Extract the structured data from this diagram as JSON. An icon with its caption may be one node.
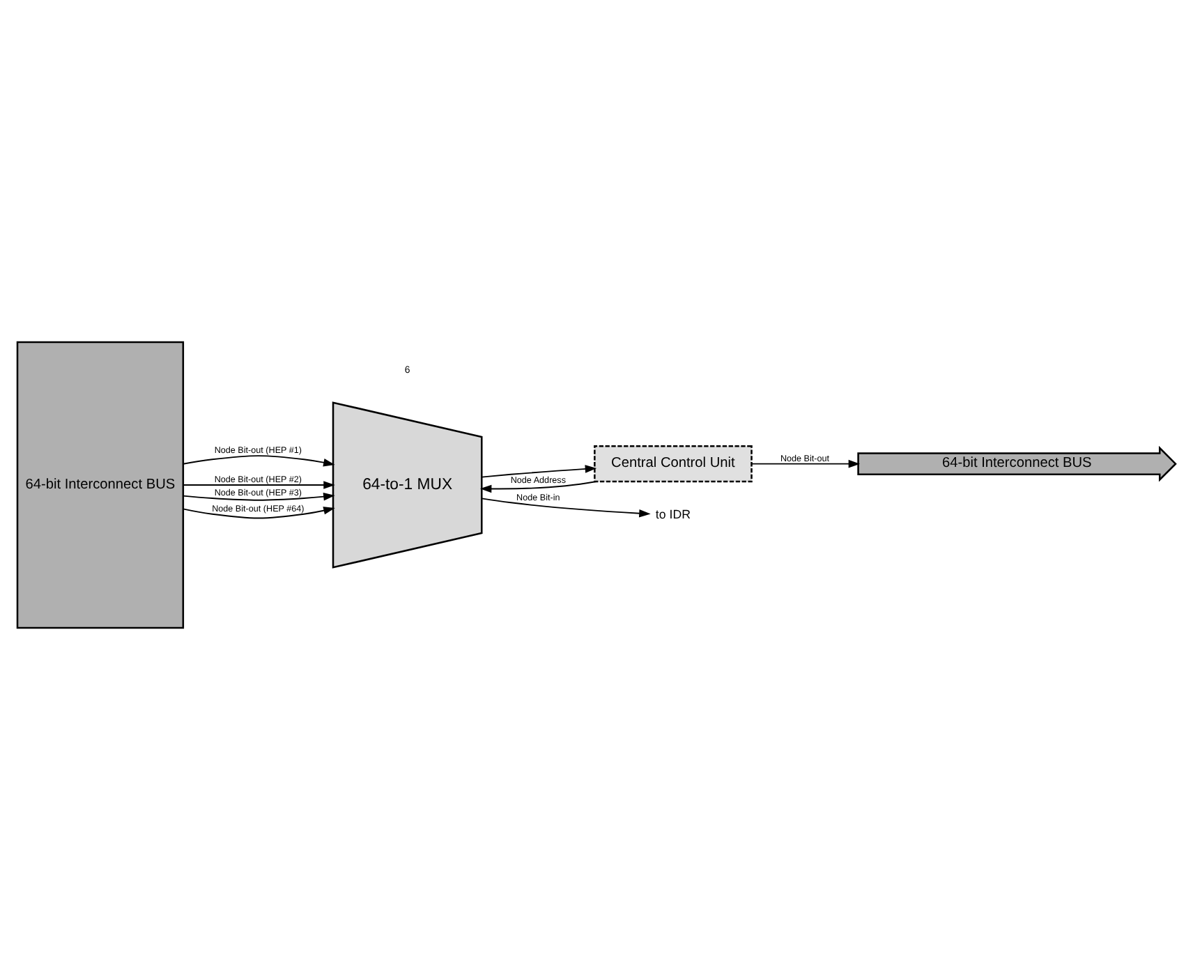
{
  "diagram": {
    "nodes": [
      {
        "text": [
          "64-bit Interconnect BUS"
        ]
      },
      {
        "text": [
          "64-to-1 MUX"
        ]
      },
      {
        "text": [
          "Central Control Unit"
        ]
      },
      {
        "text": [
          "64-bit Interconnect BUS"
        ]
      },
      {
        "text": [
          "to IDR"
        ]
      }
    ],
    "edges": [
      {
        "from": 0,
        "to": 1,
        "arrow": "to",
        "label": "Node Bit-out (HEP #1)"
      },
      {
        "from": 0,
        "to": 1,
        "arrow": "to",
        "label": "Node Bit-out (HEP #2)"
      },
      {
        "from": 0,
        "to": 1,
        "arrow": "to",
        "label": "Node Bit-out (HEP #3)"
      },
      {
        "from": 0,
        "to": 1,
        "arrow": "to",
        "label": "Node Bit-out (HEP #64)"
      },
      {
        "from": 1,
        "to": 4,
        "arrow": "to",
        "label": "Node Bit-in"
      },
      {
        "from": 1,
        "to": 2,
        "arrow": "to"
      },
      {
        "from": 2,
        "to": 1,
        "arrow": "to",
        "label": "Node Address"
      },
      {
        "from": 2,
        "to": 3,
        "arrow": "to",
        "label": "Node Bit-out"
      }
    ],
    "labels": [
      "6"
    ]
  }
}
